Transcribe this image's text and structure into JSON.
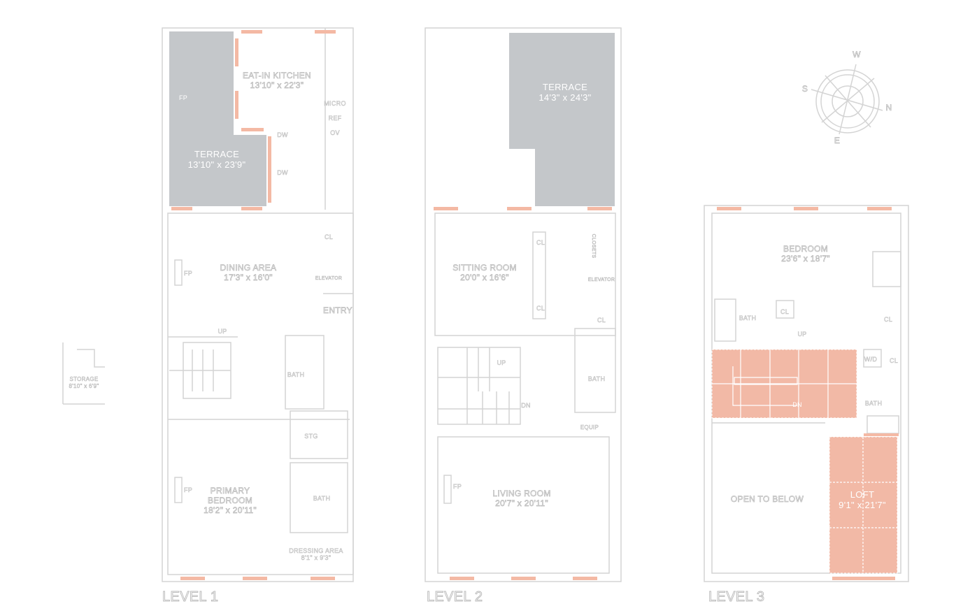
{
  "colors": {
    "terrace": "#c4c7ca",
    "window": "#f4b9a4",
    "highlight": "#f2b9a6",
    "wall": "#d4d4d4",
    "label_outline": "#b9b9b9"
  },
  "level1": {
    "title": "LEVEL 1",
    "kitchen": {
      "name": "EAT-IN KITCHEN",
      "size": "13'10\" x 22'3\""
    },
    "terrace": {
      "name": "TERRACE",
      "size": "13'10\" x 23'9\""
    },
    "fp1": "FP",
    "fp2": "FP",
    "fp3": "FP",
    "micro": "MICRO",
    "ref": "REF",
    "ov": "OV",
    "dw1": "DW",
    "dw2": "DW",
    "dining": {
      "name": "DINING AREA",
      "size": "17'3\" x 16'0\""
    },
    "cl": "CL",
    "elevator": "ELEVATOR",
    "entry": "ENTRY",
    "up": "UP",
    "bath1": "BATH",
    "stg": "STG",
    "primary": {
      "name1": "PRIMARY",
      "name2": "BEDROOM",
      "size": "18'2\" x 20'11\""
    },
    "bath2": "BATH",
    "dressing": {
      "name": "DRESSING AREA",
      "size": "8'1\" x 9'3\""
    }
  },
  "storage": {
    "name": "STORAGE",
    "size": "8'10\" x 6'9\""
  },
  "level2": {
    "title": "LEVEL 2",
    "terrace": {
      "name": "TERRACE",
      "size": "14'3\" x 24'3\""
    },
    "sitting": {
      "name": "SITTING ROOM",
      "size": "20'0\" x 16'6\""
    },
    "cl1": "CL",
    "cl2": "CL",
    "cl3": "CL",
    "closet": "CLOSETS",
    "elevator": "ELEVATOR",
    "up": "UP",
    "dn": "DN",
    "bath": "BATH",
    "equip": "EQUIP",
    "fp": "FP",
    "living": {
      "name": "LIVING ROOM",
      "size": "20'7\" x 20'11\""
    }
  },
  "level3": {
    "title": "LEVEL 3",
    "bedroom": {
      "name": "BEDROOM",
      "size": "23'6\" x 18'7\""
    },
    "bath1": "BATH",
    "cl1": "CL",
    "up": "UP",
    "cl2": "CL",
    "wd": "W/D",
    "cl3": "CL",
    "bath2": "BATH",
    "dn": "DN",
    "open": "OPEN TO BELOW",
    "loft": {
      "name": "LOFT",
      "size": "9'1\" x 21'7\""
    }
  },
  "compass": {
    "w": "W",
    "s": "S",
    "n": "N",
    "e": "E"
  }
}
